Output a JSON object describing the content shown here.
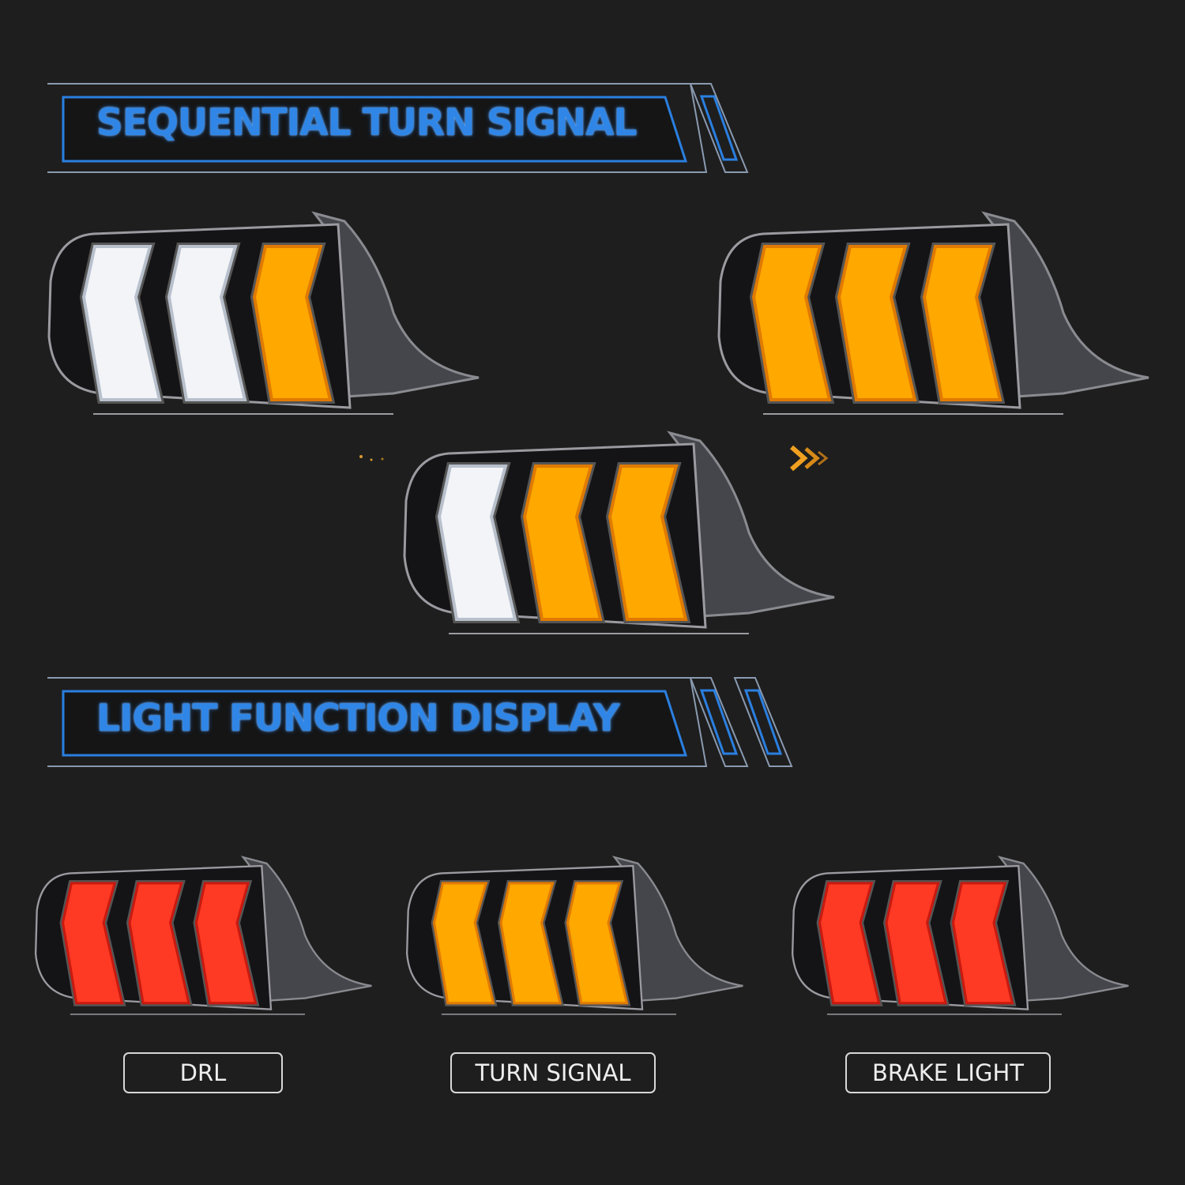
{
  "sections": [
    {
      "title": "SEQUENTIAL TURN SIGNAL"
    },
    {
      "title": "LIGHT FUNCTION DISPLAY"
    }
  ],
  "colors": {
    "accent_blue": "#2f86e6",
    "background": "#1e1e1e",
    "white_led": "#f2f4f8",
    "amber_led": "#ffa800",
    "red_led": "#ff3a24"
  },
  "sequential_lamps": [
    {
      "bars": [
        "white",
        "white",
        "amber"
      ]
    },
    {
      "bars": [
        "amber",
        "amber",
        "amber"
      ]
    },
    {
      "bars": [
        "white",
        "amber",
        "amber"
      ]
    }
  ],
  "function_lamps": [
    {
      "label": "DRL",
      "bars": [
        "red",
        "red",
        "red"
      ]
    },
    {
      "label": "TURN SIGNAL",
      "bars": [
        "amber",
        "amber",
        "amber"
      ]
    },
    {
      "label": "BRAKE LIGHT",
      "bars": [
        "red",
        "red",
        "red"
      ]
    }
  ],
  "icons": {
    "sequence_arrow": "double-chevron-right-icon"
  }
}
